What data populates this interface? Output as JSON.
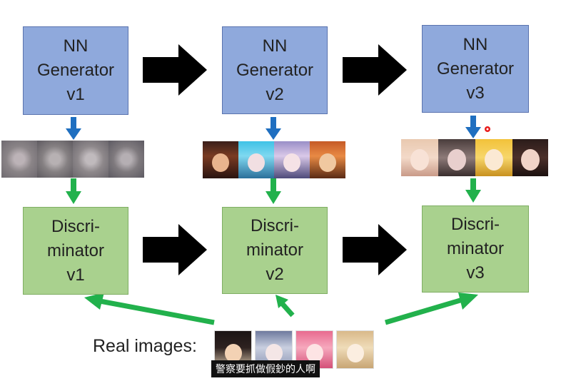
{
  "generators": [
    {
      "line1": "NN",
      "line2": "Generator",
      "line3": "v1"
    },
    {
      "line1": "NN",
      "line2": "Generator",
      "line3": "v2"
    },
    {
      "line1": "NN",
      "line2": "Generator",
      "line3": "v3"
    }
  ],
  "discriminators": [
    {
      "line1": "Discri-",
      "line2": "minator",
      "line3": "v1"
    },
    {
      "line1": "Discri-",
      "line2": "minator",
      "line3": "v2"
    },
    {
      "line1": "Discri-",
      "line2": "minator",
      "line3": "v3"
    }
  ],
  "real_images_label": "Real images:",
  "subtitle": "警察要抓做假鈔的人啊",
  "colors": {
    "generator_fill": "#8fa9dc",
    "discriminator_fill": "#a9d18e",
    "blue_arrow": "#1f6fc0",
    "green_arrow": "#22b14c",
    "black_arrow": "#000000"
  }
}
